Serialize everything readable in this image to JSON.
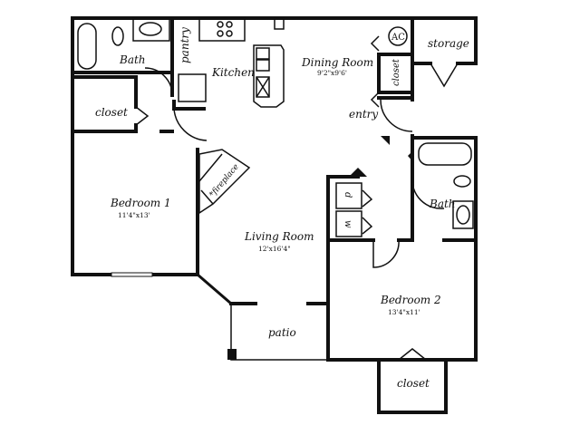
{
  "rooms": {
    "bath1": "Bath",
    "pantry": "pantry",
    "kitchen": "Kitchen",
    "dining": {
      "name": "Dining Room",
      "size": "9'2\"x9'6'"
    },
    "ac": "AC",
    "storage": "storage",
    "closet_dining": "closet",
    "entry": "entry",
    "closet_bed1": "closet",
    "bedroom1": {
      "name": "Bedroom 1",
      "size": "11'4\"x13'"
    },
    "fireplace": "*fireplace",
    "living": {
      "name": "Living Room",
      "size": "12'x16'4\""
    },
    "dryer": "d",
    "washer": "w",
    "bath2": "Bath",
    "bedroom2": {
      "name": "Bedroom 2",
      "size": "13'4\"x11'"
    },
    "patio": "patio",
    "closet_bed2": "closet"
  }
}
